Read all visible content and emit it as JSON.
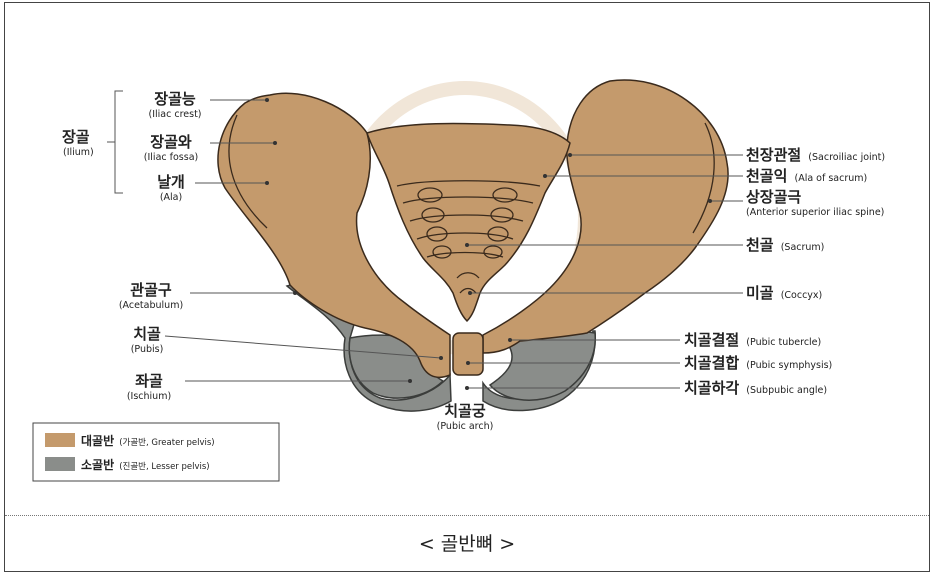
{
  "colors": {
    "greater_pelvis": "#c49a6c",
    "lesser_pelvis": "#8a8d8a",
    "outline": "#3a2a1c"
  },
  "labels": {
    "ilium_group": {
      "ko": "장골",
      "en": "(Ilium)"
    },
    "iliac_crest": {
      "ko": "장골능",
      "en": "(Iliac crest)"
    },
    "iliac_fossa": {
      "ko": "장골와",
      "en": "(Iliac fossa)"
    },
    "ala": {
      "ko": "날개",
      "en": "(Ala)"
    },
    "acetabulum": {
      "ko": "관골구",
      "en": "(Acetabulum)"
    },
    "pubis": {
      "ko": "치골",
      "en": "(Pubis)"
    },
    "ischium": {
      "ko": "좌골",
      "en": "(Ischium)"
    },
    "pubic_arch": {
      "ko": "치골궁",
      "en": "(Pubic arch)"
    },
    "sacroiliac_joint": {
      "ko": "천장관절",
      "en": "(Sacroiliac joint)"
    },
    "ala_of_sacrum": {
      "ko": "천골익",
      "en": "(Ala of sacrum)"
    },
    "asis": {
      "ko": "상장골극",
      "en": "(Anterior superior iliac spine)"
    },
    "sacrum": {
      "ko": "천골",
      "en": "(Sacrum)"
    },
    "coccyx": {
      "ko": "미골",
      "en": "(Coccyx)"
    },
    "pubic_tubercle": {
      "ko": "치골결절",
      "en": "(Pubic tubercle)"
    },
    "pubic_symphysis": {
      "ko": "치골결합",
      "en": "(Pubic symphysis)"
    },
    "subpubic_angle": {
      "ko": "치골하각",
      "en": "(Subpubic angle)"
    }
  },
  "legend": [
    {
      "ko": "대골반",
      "detail": "(가골반, Greater pelvis)",
      "color": "#c49a6c"
    },
    {
      "ko": "소골반",
      "detail": "(진골반, Lesser pelvis)",
      "color": "#8a8d8a"
    }
  ],
  "caption": "< 골반뼈 >"
}
